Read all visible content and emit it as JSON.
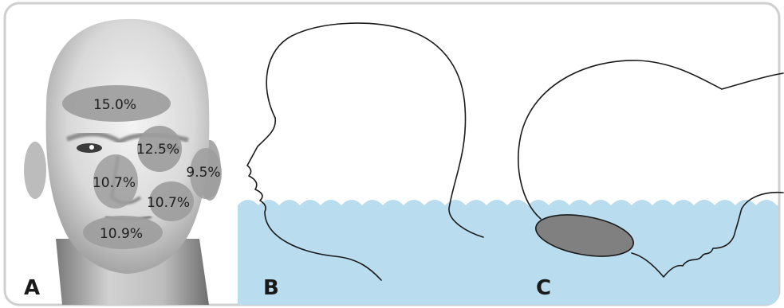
{
  "panels": {
    "a": {
      "letter": "A",
      "regions": [
        {
          "name": "forehead",
          "value": "15.0%"
        },
        {
          "name": "right-cheek",
          "value": "12.5%"
        },
        {
          "name": "nose",
          "value": "10.7%"
        },
        {
          "name": "cheek-lower",
          "value": "10.7%"
        },
        {
          "name": "ear",
          "value": "9.5%"
        },
        {
          "name": "chin",
          "value": "10.9%"
        }
      ]
    },
    "b": {
      "letter": "B"
    },
    "c": {
      "letter": "C"
    }
  },
  "colors": {
    "water": "#b9dcee",
    "region": "#9a9a9a",
    "contact": "#7f7f7f",
    "outline": "#1a1a1a",
    "frame": "#c8c8c8"
  }
}
